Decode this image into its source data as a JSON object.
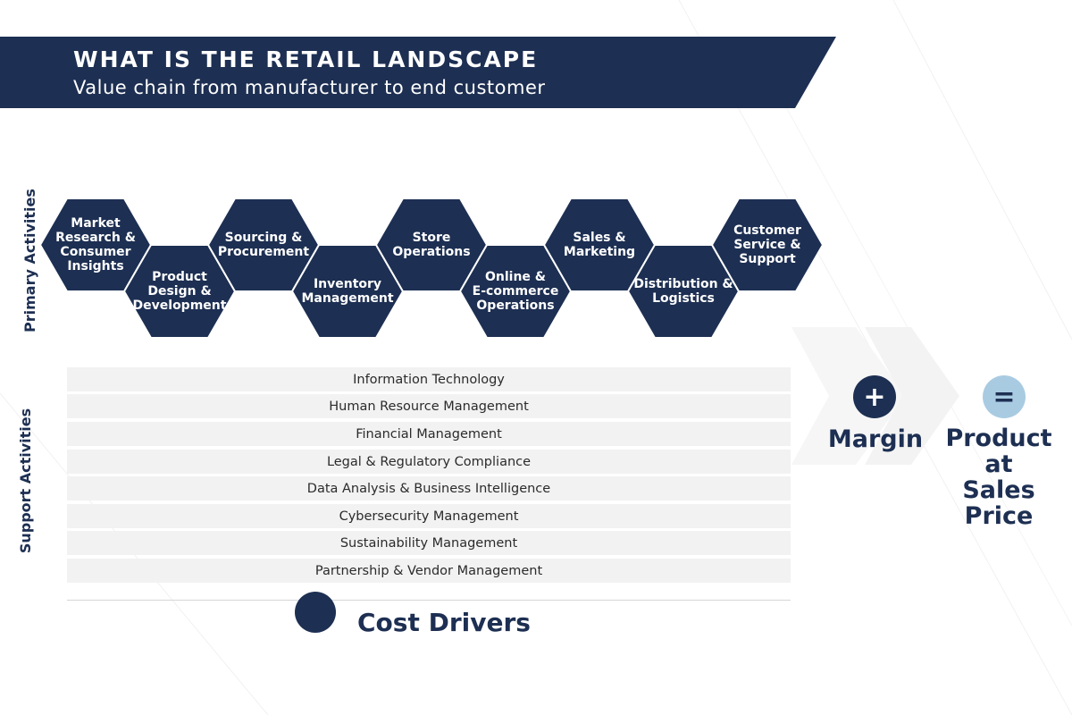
{
  "banner": {
    "title": "WHAT IS THE RETAIL LANDSCAPE",
    "subtitle": "Value chain from manufacturer to end customer"
  },
  "primary_label": "Primary Activities",
  "support_label": "Support Activities",
  "primary_activities": [
    "Market\nResearch &\nConsumer\nInsights",
    "Product\nDesign &\nDevelopment",
    "Sourcing &\nProcurement",
    "Inventory\nManagement",
    "Store\nOperations",
    "Online &\nE-commerce\nOperations",
    "Sales &\nMarketing",
    "Distribution &\nLogistics",
    "Customer\nService &\nSupport"
  ],
  "support_activities": [
    "Information Technology",
    "Human Resource Management",
    "Financial Management",
    "Legal & Regulatory Compliance",
    "Data Analysis & Business Intelligence",
    "Cybersecurity Management",
    "Sustainability Management",
    "Partnership & Vendor Management"
  ],
  "cost_drivers": "Cost Drivers",
  "margin": {
    "symbol": "+",
    "label": "Margin"
  },
  "price": {
    "symbol": "=",
    "label": "Product\nat Sales\nPrice"
  },
  "colors": {
    "navy": "#1d2f52",
    "light_blue": "#a9cbe2",
    "row_gray": "#f2f2f2"
  }
}
